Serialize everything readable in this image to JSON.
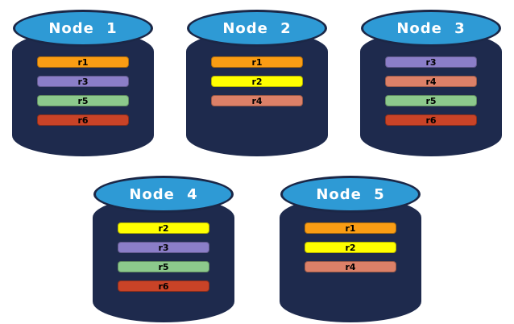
{
  "diagram": {
    "type": "database-replication-layout",
    "palette": {
      "r1": "#FA9D14",
      "r2": "#FFFF00",
      "r3": "#8B7EC8",
      "r4": "#DC8068",
      "r5": "#8CC98C",
      "r6": "#C94327"
    },
    "styles": {
      "background": "#FFFFFF",
      "cylinder_body": "#1E2A4D",
      "cylinder_top": "#2E9AD5",
      "cylinder_border": "#1B2747",
      "node_label_color": "#FFFFFF",
      "bar_label_color": "#000000"
    },
    "rows": [
      {
        "nodes": [
          {
            "label": "Node 1",
            "replicas": [
              "r1",
              "r3",
              "r5",
              "r6"
            ]
          },
          {
            "label": "Node 2",
            "replicas": [
              "r1",
              "r2",
              "r4"
            ]
          },
          {
            "label": "Node 3",
            "replicas": [
              "r3",
              "r4",
              "r5",
              "r6"
            ]
          }
        ]
      },
      {
        "nodes": [
          {
            "label": "Node 4",
            "replicas": [
              "r2",
              "r3",
              "r5",
              "r6"
            ]
          },
          {
            "label": "Node 5",
            "replicas": [
              "r1",
              "r2",
              "r4"
            ]
          }
        ]
      }
    ]
  }
}
